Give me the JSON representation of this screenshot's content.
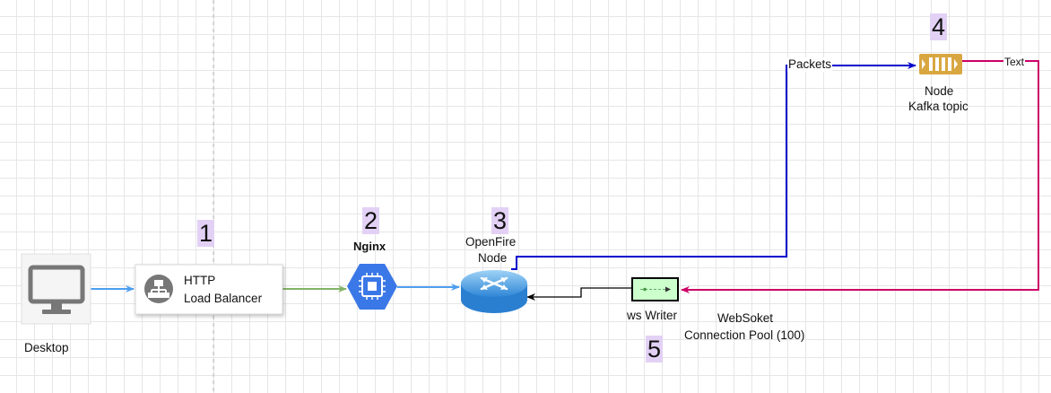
{
  "nodes": {
    "desktop": {
      "label": "Desktop"
    },
    "load_balancer": {
      "label_line1": "HTTP",
      "label_line2": "Load Balancer",
      "step": "1"
    },
    "nginx": {
      "label": "Nginx",
      "step": "2"
    },
    "openfire": {
      "label_line1": "OpenFire",
      "label_line2": "Node",
      "step": "3"
    },
    "kafka": {
      "label_line1": "Node",
      "label_line2": "Kafka topic",
      "step": "4"
    },
    "ws_writer": {
      "label": "ws Writer",
      "step": "5"
    }
  },
  "edges": {
    "packets_label": "Packets",
    "text_label": "Text",
    "pool_label_line1": "WebSoket",
    "pool_label_line2": "Connection Pool (100)"
  },
  "colors": {
    "desktop_to_lb": "#4e9ff0",
    "lb_to_nginx": "#82b366",
    "nginx_to_router": "#4e9ff0",
    "router_to_kafka": "#0000cc",
    "kafka_to_ws": "#cc0066",
    "ws_to_router": "#000000",
    "step_highlight": "#e3d1f5",
    "kafka_icon": "#d9a741",
    "ws_writer_fill": "#ccffcc"
  }
}
